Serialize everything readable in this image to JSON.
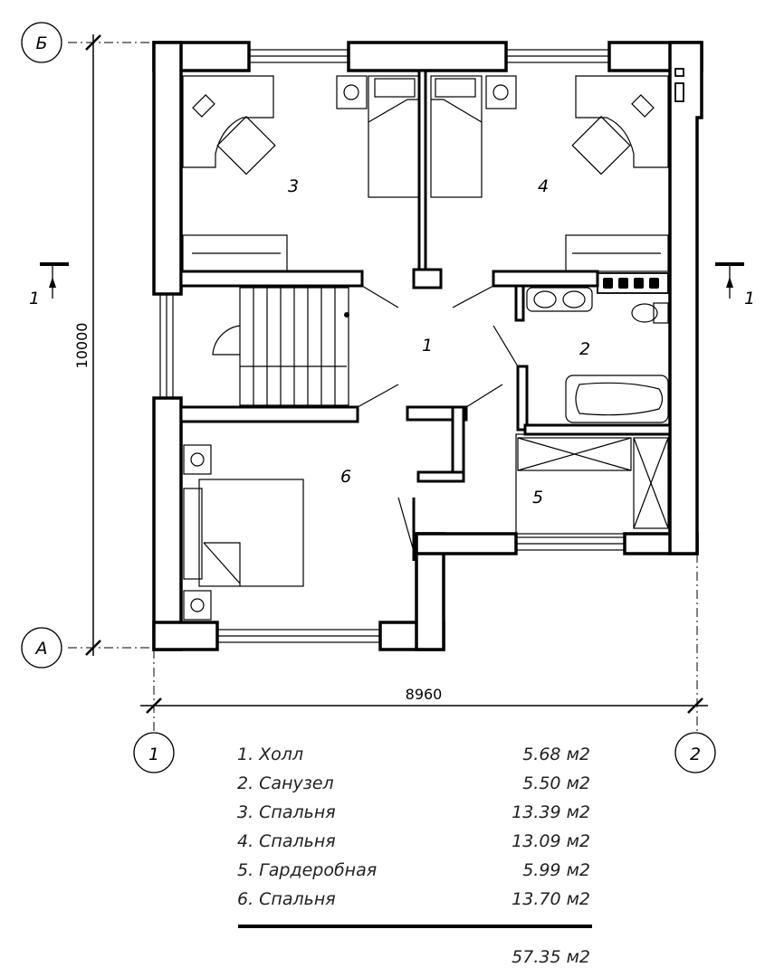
{
  "axes": {
    "top": "Б",
    "bottom": "А",
    "left": "1",
    "right": "2"
  },
  "dimensions": {
    "height": "10000",
    "width": "8960"
  },
  "section_marks": {
    "left": "1",
    "right": "1"
  },
  "rooms": {
    "r1": "1",
    "r2": "2",
    "r3": "3",
    "r4": "4",
    "r5": "5",
    "r6": "6"
  },
  "legend": {
    "items": [
      {
        "name": "1. Холл",
        "area": "5.68 м2"
      },
      {
        "name": "2. Санузел",
        "area": "5.50 м2"
      },
      {
        "name": "3. Спальня",
        "area": "13.39 м2"
      },
      {
        "name": "4. Спальня",
        "area": "13.09 м2"
      },
      {
        "name": "5. Гардеробная",
        "area": "5.99 м2"
      },
      {
        "name": "6. Спальня",
        "area": "13.70 м2"
      }
    ],
    "total": "57.35 м2"
  }
}
